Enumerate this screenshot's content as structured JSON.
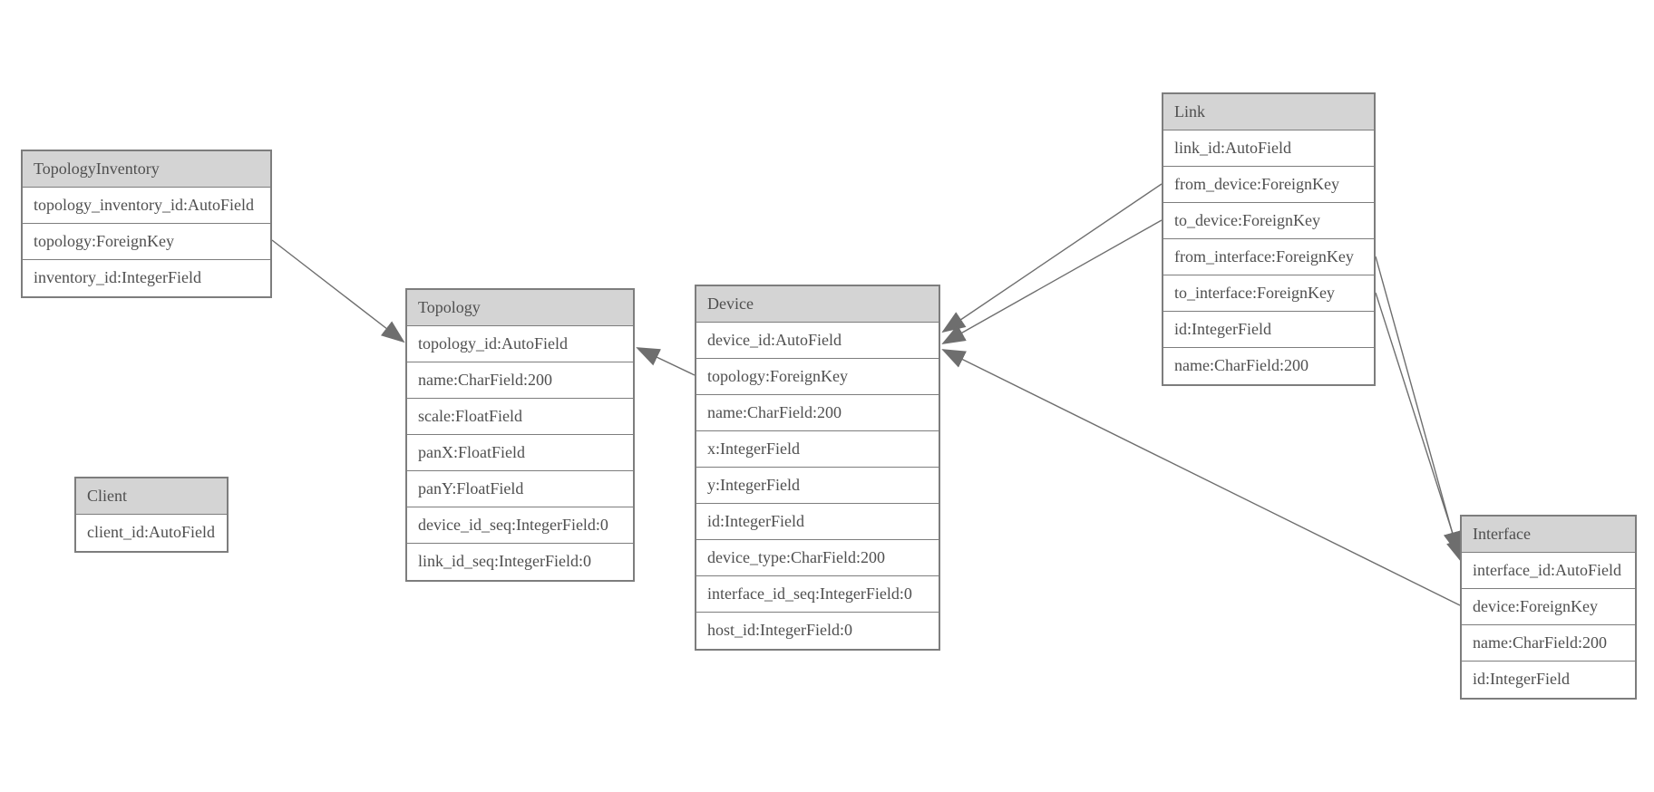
{
  "diagram_type": "entity-relationship-model",
  "colors": {
    "background": "#ffffff",
    "header_fill": "#d4d4d4",
    "border": "#7d7d7d",
    "text": "#4f4f4f",
    "edge_line": "#6e6e6e",
    "arrowhead": "#6e6e6e"
  },
  "tables": [
    {
      "name": "TopologyInventory",
      "fields": [
        "topology_inventory_id:AutoField",
        "topology:ForeignKey",
        "inventory_id:IntegerField"
      ]
    },
    {
      "name": "Topology",
      "fields": [
        "topology_id:AutoField",
        "name:CharField:200",
        "scale:FloatField",
        "panX:FloatField",
        "panY:FloatField",
        "device_id_seq:IntegerField:0",
        "link_id_seq:IntegerField:0"
      ]
    },
    {
      "name": "Client",
      "fields": [
        "client_id:AutoField"
      ]
    },
    {
      "name": "Device",
      "fields": [
        "device_id:AutoField",
        "topology:ForeignKey",
        "name:CharField:200",
        "x:IntegerField",
        "y:IntegerField",
        "id:IntegerField",
        "device_type:CharField:200",
        "interface_id_seq:IntegerField:0",
        "host_id:IntegerField:0"
      ]
    },
    {
      "name": "Link",
      "fields": [
        "link_id:AutoField",
        "from_device:ForeignKey",
        "to_device:ForeignKey",
        "from_interface:ForeignKey",
        "to_interface:ForeignKey",
        "id:IntegerField",
        "name:CharField:200"
      ]
    },
    {
      "name": "Interface",
      "fields": [
        "interface_id:AutoField",
        "device:ForeignKey",
        "name:CharField:200",
        "id:IntegerField"
      ]
    }
  ],
  "relationships": [
    {
      "from": "TopologyInventory.topology",
      "to": "Topology.topology_id"
    },
    {
      "from": "Device.topology",
      "to": "Topology.topology_id"
    },
    {
      "from": "Link.from_device",
      "to": "Device.device_id"
    },
    {
      "from": "Link.to_device",
      "to": "Device.device_id"
    },
    {
      "from": "Link.from_interface",
      "to": "Interface.interface_id"
    },
    {
      "from": "Link.to_interface",
      "to": "Interface.interface_id"
    },
    {
      "from": "Interface.device",
      "to": "Device.device_id"
    }
  ]
}
